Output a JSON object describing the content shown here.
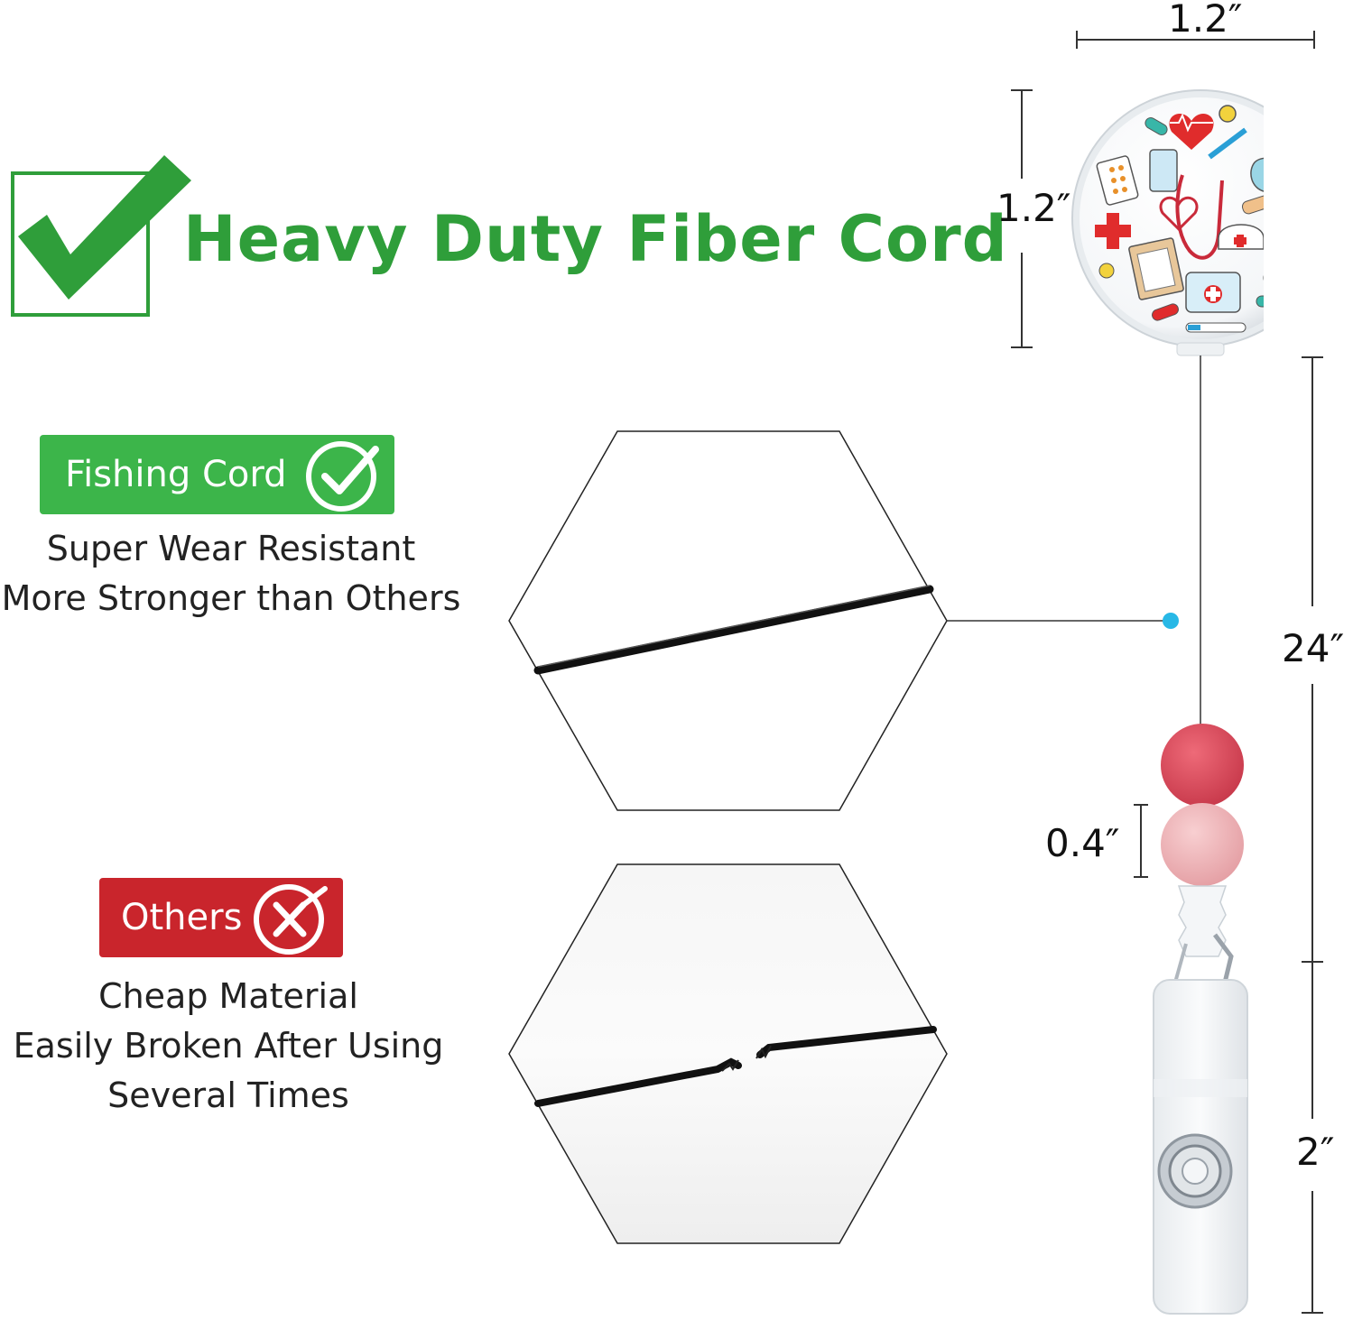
{
  "headline": {
    "text": "Heavy Duty Fiber Cord",
    "color": "#2f9e3a"
  },
  "fishing_cord": {
    "badge_label": "Fishing Cord",
    "badge_color": "#3cb54a",
    "icon": "check-circle-icon",
    "lines": [
      "Super Wear Resistant",
      "More Stronger than Others"
    ]
  },
  "others": {
    "badge_label": "Others",
    "badge_color": "#c9252c",
    "icon": "x-circle-icon",
    "lines": [
      "Cheap Material",
      "Easily Broken After Using",
      "Several Times"
    ]
  },
  "dimensions": {
    "top_width": "1.2″",
    "badge_height": "1.2″",
    "cord_length": "24″",
    "bead_size": "0.4″",
    "clip_length": "2″"
  },
  "colors": {
    "bead_top": "#e0485a",
    "bead_bottom": "#f2b3b6",
    "pointer_dot": "#28b8e6"
  }
}
